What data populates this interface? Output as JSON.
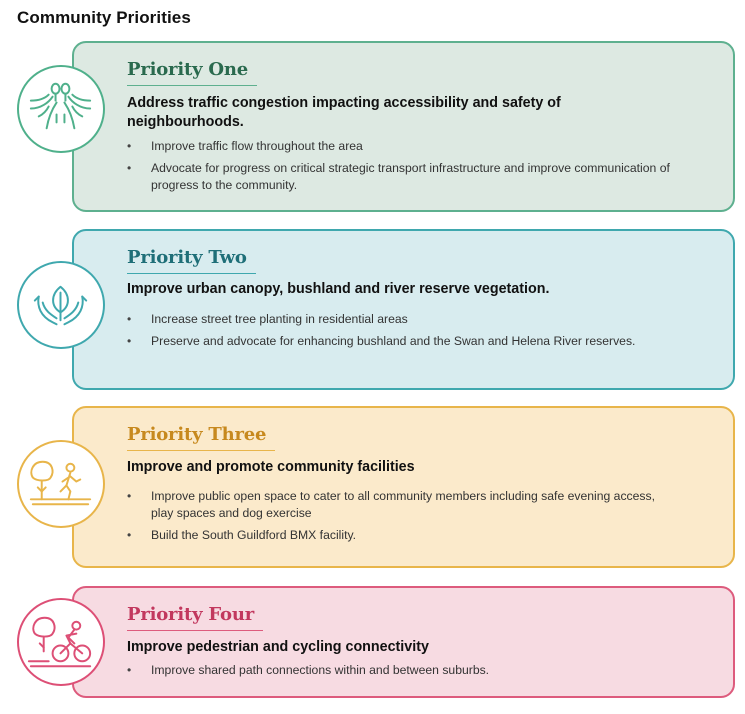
{
  "page_title": "Community Priorities",
  "priorities": [
    {
      "heading": "Priority One",
      "subtitle": "Address traffic congestion impacting accessibility and safety of neighbourhoods.",
      "icon": "roads-icon",
      "color": "#5eb08f",
      "bullets": [
        "Improve traffic flow throughout the area",
        "Advocate for progress on critical strategic transport infrastructure and improve communication of progress to the community."
      ]
    },
    {
      "heading": "Priority Two",
      "subtitle": "Improve urban canopy, bushland and river reserve vegetation.",
      "icon": "hands-leaf-icon",
      "color": "#3fa8ae",
      "bullets": [
        "Increase street tree planting in residential areas",
        "Preserve and advocate for enhancing bushland and the Swan and Helena River reserves."
      ]
    },
    {
      "heading": "Priority Three",
      "subtitle": "Improve and promote community facilities",
      "icon": "park-walker-icon",
      "color": "#e8b54a",
      "bullets": [
        "Improve public open space to cater to all community members including safe evening access, play spaces and dog exercise",
        "Build the South Guildford BMX facility."
      ]
    },
    {
      "heading": "Priority Four",
      "subtitle": "Improve pedestrian and cycling connectivity",
      "icon": "cyclist-icon",
      "color": "#dd5b7d",
      "bullets": [
        "Improve shared path connections within and between suburbs."
      ]
    }
  ]
}
